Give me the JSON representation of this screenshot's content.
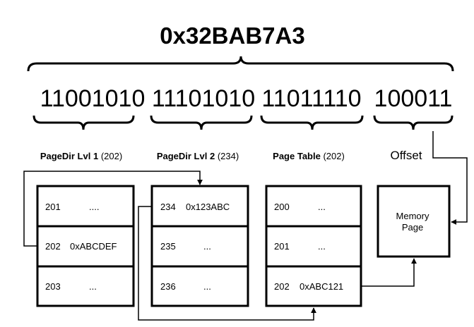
{
  "address": "0x32BAB7A3",
  "bits": {
    "pagedir1": "11001010",
    "pagedir2": "11101010",
    "pagetable": "11011110",
    "offset": "100011"
  },
  "labels": {
    "pagedir1": {
      "name": "PageDir Lvl 1",
      "index": "(202)"
    },
    "pagedir2": {
      "name": "PageDir Lvl 2",
      "index": "(234)"
    },
    "pagetable": {
      "name": "Page Table",
      "index": "(202)"
    },
    "offset": "Offset"
  },
  "tables": {
    "pagedir1": [
      {
        "index": "201",
        "value": "...."
      },
      {
        "index": "202",
        "value": "0xABCDEF"
      },
      {
        "index": "203",
        "value": "..."
      }
    ],
    "pagedir2": [
      {
        "index": "234",
        "value": "0x123ABC"
      },
      {
        "index": "235",
        "value": "..."
      },
      {
        "index": "236",
        "value": "..."
      }
    ],
    "pagetable": [
      {
        "index": "200",
        "value": "..."
      },
      {
        "index": "201",
        "value": "..."
      },
      {
        "index": "202",
        "value": "0xABC121"
      }
    ]
  },
  "memory_page": {
    "line1": "Memory",
    "line2": "Page"
  }
}
